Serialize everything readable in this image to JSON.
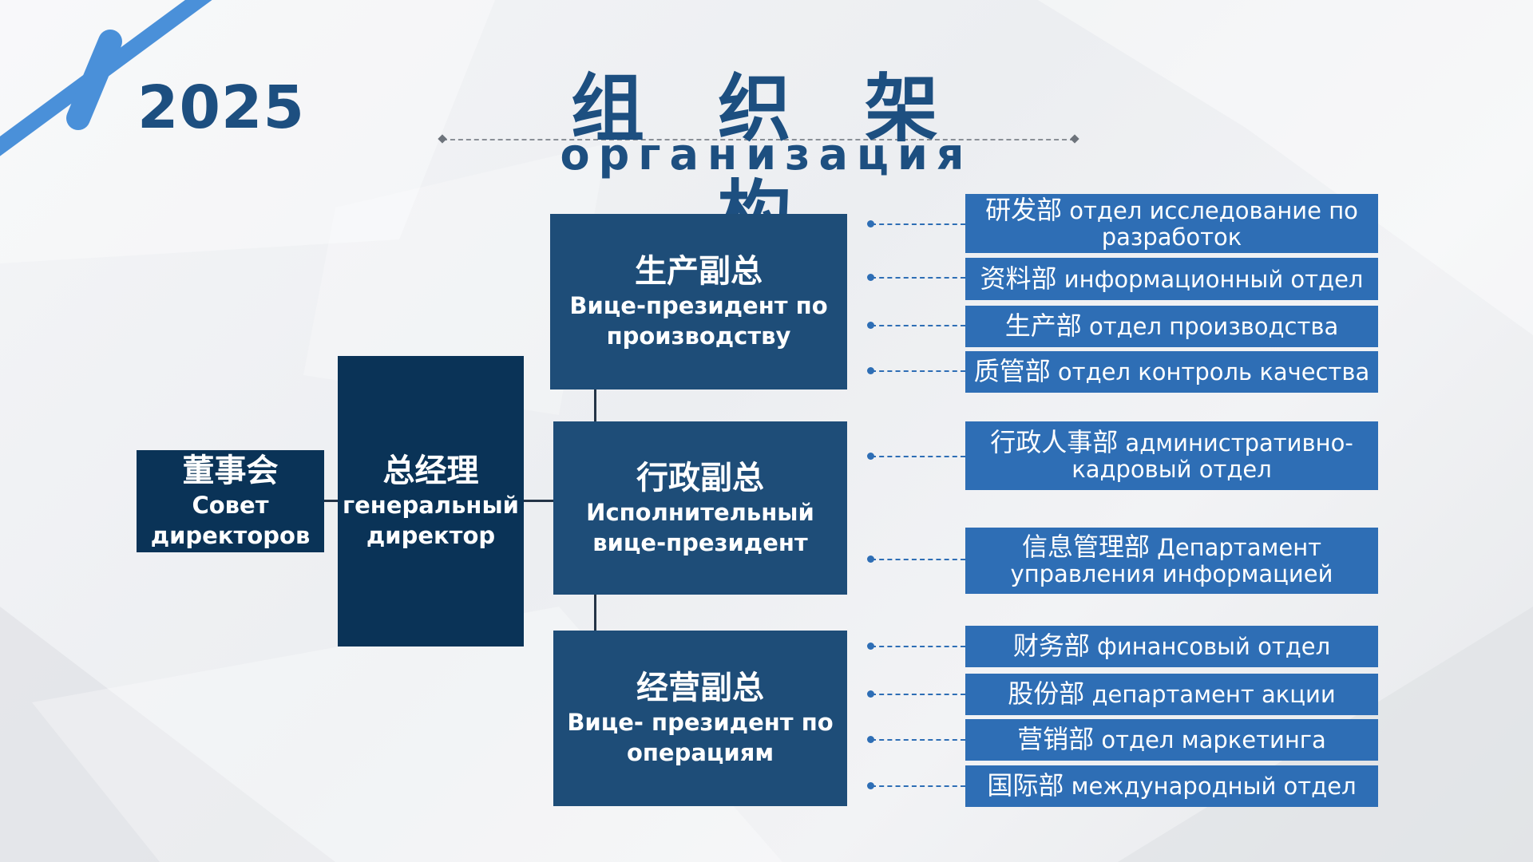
{
  "year": "2025",
  "title": {
    "cn": "组 织 架 构",
    "ru": "организация"
  },
  "board": {
    "cn": "董事会",
    "ru_line1": "Совет",
    "ru_line2": "директоров"
  },
  "general_manager": {
    "cn": "总经理",
    "ru_line1": "генеральный",
    "ru_line2": "директор"
  },
  "vice_presidents": [
    {
      "cn": "生产副总",
      "ru_line1": "Вице-президент по",
      "ru_line2": "производству"
    },
    {
      "cn": "行政副总",
      "ru_line1": "Исполнительный",
      "ru_line2": "вице-президент"
    },
    {
      "cn": "经营副总",
      "ru_line1": "Вице- президент по",
      "ru_line2": "операциям"
    }
  ],
  "departments": [
    {
      "cn": "研发部",
      "ru": " отдел исследование по разработок"
    },
    {
      "cn": "资料部",
      "ru": " информационный отдел"
    },
    {
      "cn": "生产部",
      "ru": " отдел производства"
    },
    {
      "cn": "质管部",
      "ru": " отдел контроль качества"
    },
    {
      "cn": "行政人事部",
      "ru": " административно-кадровый отдел"
    },
    {
      "cn": "信息管理部",
      "ru": " Департамент управления информацией"
    },
    {
      "cn": "财务部",
      "ru": " финансовый отдел"
    },
    {
      "cn": "股份部",
      "ru": " департамент акции"
    },
    {
      "cn": "营销部",
      "ru": " отдел маркетинга"
    },
    {
      "cn": "国际部",
      "ru": " международный отдел"
    }
  ],
  "colors": {
    "primary_dark": "#0a3357",
    "primary_mid": "#1e4d78",
    "department_blue": "#2e6eb5",
    "title_blue": "#1d4f80",
    "accent_stripe": "#4a90d9"
  },
  "icons": [
    "decorative-diagonal-stripe-icon"
  ]
}
